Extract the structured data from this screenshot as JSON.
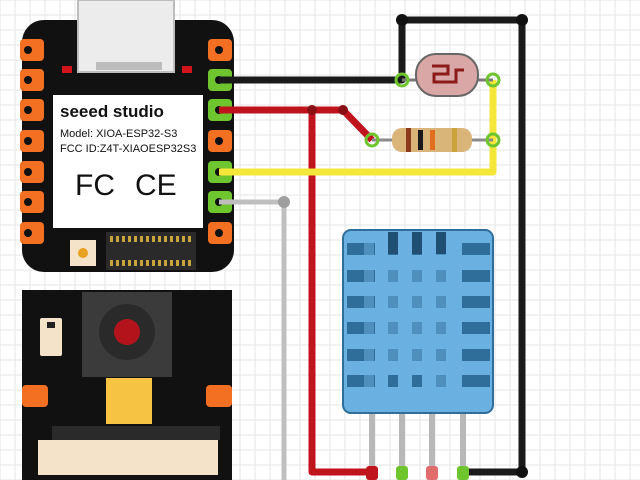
{
  "board": {
    "brand": "seeed studio",
    "model": "Model: XIOA-ESP32-S3",
    "fcc_id": "FCC ID:Z4T-XIAOESP32S3",
    "fcc_mark": "FC",
    "ce_mark": "CE"
  },
  "colors": {
    "board_black": "#111111",
    "pin_orange": "#f36f21",
    "pin_green": "#6fc52e",
    "wire_black": "#1a1a1a",
    "wire_red": "#c0141c",
    "wire_yellow": "#f5e63a",
    "wire_gray": "#bfbfbf",
    "sensor_blue": "#6ab0e0",
    "sensor_blue_dark": "#2f6d9a",
    "grid_line": "#e6e6e6",
    "ldr_pink": "#d9a7a5",
    "resistor_tan": "#d9b57a"
  },
  "components": {
    "board": "xiao-esp32s3-board",
    "camera": "camera-expansion-board",
    "ldr": "photoresistor",
    "resistor": "resistor",
    "sensor": "dht11-sensor"
  }
}
